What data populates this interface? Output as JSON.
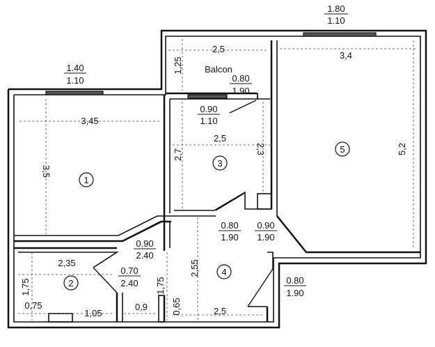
{
  "balcony": {
    "label": "Balcon"
  },
  "rooms": [
    {
      "number": "1"
    },
    {
      "number": "2"
    },
    {
      "number": "3"
    },
    {
      "number": "4"
    },
    {
      "number": "5"
    }
  ],
  "dimensions": {
    "r1_width": "3,45",
    "r1_height": "3,5",
    "r2_width": "2,35",
    "r2_height": "1,75",
    "r2_bottom_left": "0,75",
    "r2_bottom_right": "1,05",
    "wc_width": "0,9",
    "corridor_height": "1,75",
    "wc_door": "0,65",
    "r3_width": "2,5",
    "r3_height_left": "2,7",
    "r3_height_right": "2,3",
    "r4_width": "2,5",
    "r4_height": "2,55",
    "r5_width": "3,4",
    "r5_height": "5,2",
    "balcony_width": "2,5",
    "balcony_depth": "1,25"
  },
  "openings": [
    {
      "top": "1.80",
      "bottom": "1.10"
    },
    {
      "top": "1.40",
      "bottom": "1.10"
    },
    {
      "top": "0.80",
      "bottom": "1.90"
    },
    {
      "top": "0.90",
      "bottom": "1.10"
    },
    {
      "top": "0.80",
      "bottom": "1.90"
    },
    {
      "top": "0.90",
      "bottom": "1.90"
    },
    {
      "top": "0.90",
      "bottom": "2.40"
    },
    {
      "top": "0.70",
      "bottom": "2.40"
    },
    {
      "top": "0.80",
      "bottom": "1.90"
    }
  ]
}
